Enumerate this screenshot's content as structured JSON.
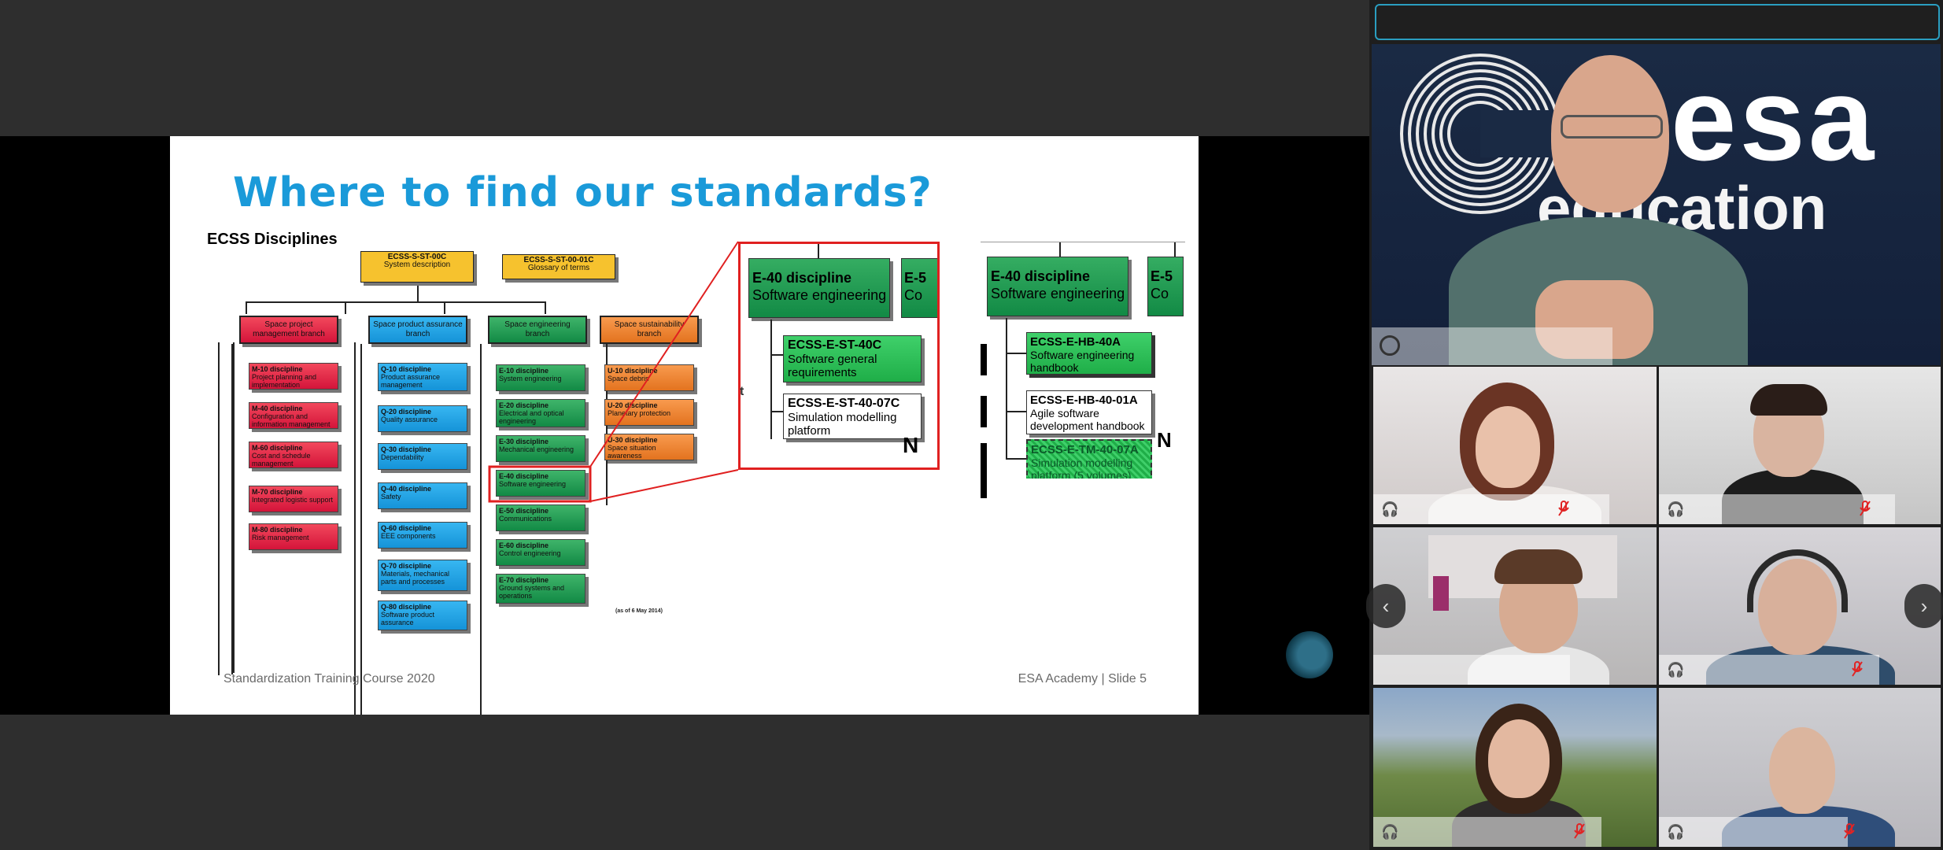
{
  "slide": {
    "title": "Where to find our standards?",
    "subheading": "ECSS Disciplines",
    "footer_left": "Standardization Training Course 2020",
    "footer_right": "ESA Academy | Slide  5",
    "date_note": "(as of 6 May 2014)",
    "top_boxes": [
      {
        "code": "ECSS-S-ST-00C",
        "label": "System description"
      },
      {
        "code": "ECSS-S-ST-00-01C",
        "label": "Glossary of terms"
      }
    ],
    "branches": [
      {
        "label": "Space project management branch",
        "items": [
          {
            "code": "M-10 discipline",
            "label": "Project planning and implementation"
          },
          {
            "code": "M-40 discipline",
            "label": "Configuration and information management"
          },
          {
            "code": "M-60 discipline",
            "label": "Cost and schedule management"
          },
          {
            "code": "M-70 discipline",
            "label": "Integrated logistic support"
          },
          {
            "code": "M-80 discipline",
            "label": "Risk management"
          }
        ]
      },
      {
        "label": "Space product assurance branch",
        "items": [
          {
            "code": "Q-10 discipline",
            "label": "Product assurance management"
          },
          {
            "code": "Q-20 discipline",
            "label": "Quality assurance"
          },
          {
            "code": "Q-30 discipline",
            "label": "Dependability"
          },
          {
            "code": "Q-40 discipline",
            "label": "Safety"
          },
          {
            "code": "Q-60 discipline",
            "label": "EEE components"
          },
          {
            "code": "Q-70 discipline",
            "label": "Materials, mechanical parts and processes"
          },
          {
            "code": "Q-80 discipline",
            "label": "Software product assurance"
          }
        ]
      },
      {
        "label": "Space engineering branch",
        "items": [
          {
            "code": "E-10 discipline",
            "label": "System engineering"
          },
          {
            "code": "E-20 discipline",
            "label": "Electrical and optical engineering"
          },
          {
            "code": "E-30 discipline",
            "label": "Mechanical engineering"
          },
          {
            "code": "E-40 discipline",
            "label": "Software engineering"
          },
          {
            "code": "E-50 discipline",
            "label": "Communications"
          },
          {
            "code": "E-60 discipline",
            "label": "Control engineering"
          },
          {
            "code": "E-70 discipline",
            "label": "Ground systems and operations"
          }
        ]
      },
      {
        "label": "Space sustainability branch",
        "items": [
          {
            "code": "U-10 discipline",
            "label": "Space debris"
          },
          {
            "code": "U-20 discipline",
            "label": "Planetary protection"
          },
          {
            "code": "U-30 discipline",
            "label": "Space situation awareness"
          }
        ]
      }
    ],
    "zoom_left": {
      "header_code": "E-40 discipline",
      "header_label": "Software engineering",
      "next_cut": "E-5",
      "next_cut_label": "Co",
      "std1_code": "ECSS-E-ST-40C",
      "std1_label_1": "Software general",
      "std1_label_2": "requirements",
      "std2_code": "ECSS-E-ST-40-07C",
      "std2_label_1": "Simulation modelling",
      "std2_label_2": "platform",
      "n_mark": "N",
      "stray_letter": "t"
    },
    "zoom_right": {
      "header_code": "E-40 discipline",
      "header_label": "Software engineering",
      "next_cut": "E-5",
      "next_cut_label": "Co",
      "hb1_code": "ECSS-E-HB-40A",
      "hb1_label_1": "Software engineering",
      "hb1_label_2": "handbook",
      "hb2_code": "ECSS-E-HB-40-01A",
      "hb2_label_1": "Agile software",
      "hb2_label_2": "development handbook",
      "tm_code": "ECSS-E-TM-40-07A",
      "tm_label_1": "Simulation modelling",
      "tm_label_2": "platform (5 volumes)",
      "n_mark": "N"
    }
  },
  "presenter": {
    "logo_text": "esa",
    "sub_text": "education"
  },
  "participants": [
    {
      "tile": "participant-1",
      "muted": true
    },
    {
      "tile": "participant-2",
      "muted": true
    },
    {
      "tile": "participant-3",
      "muted": false
    },
    {
      "tile": "participant-4",
      "muted": true
    },
    {
      "tile": "participant-5",
      "muted": true
    },
    {
      "tile": "participant-6",
      "muted": true
    }
  ],
  "nav": {
    "prev": "‹",
    "next": "›"
  }
}
